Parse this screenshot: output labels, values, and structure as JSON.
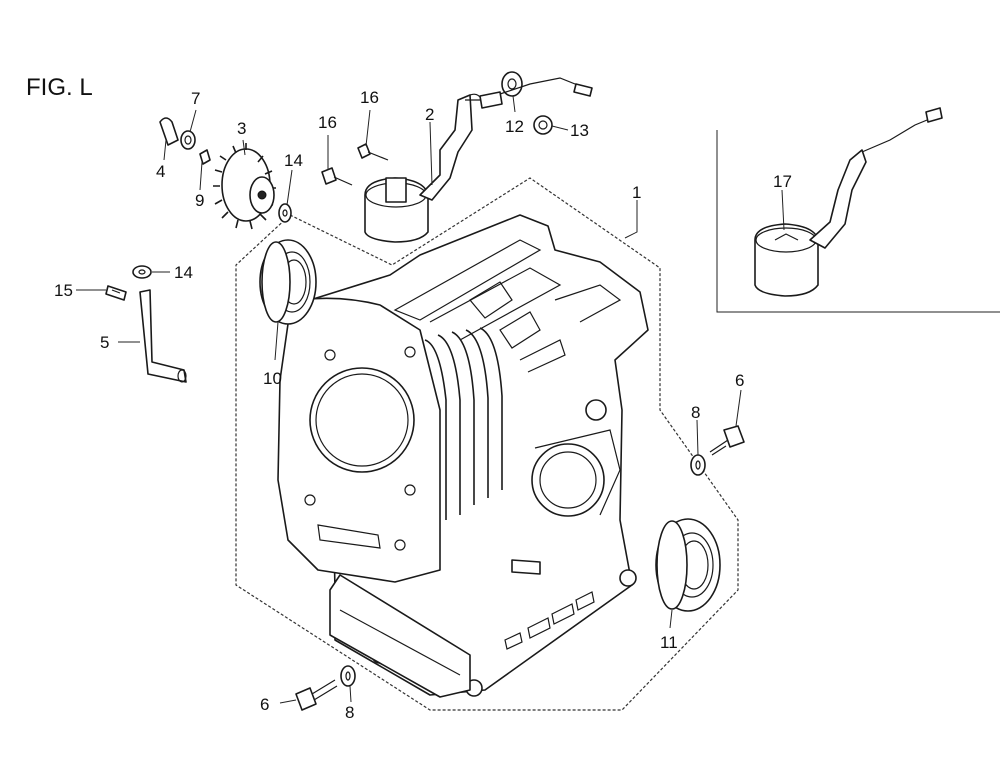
{
  "figure": {
    "title": "FIG. L"
  },
  "callouts": [
    {
      "id": "c1",
      "text": "1"
    },
    {
      "id": "c2",
      "text": "2"
    },
    {
      "id": "c3",
      "text": "3"
    },
    {
      "id": "c4",
      "text": "4"
    },
    {
      "id": "c5",
      "text": "5"
    },
    {
      "id": "c6a",
      "text": "6"
    },
    {
      "id": "c6b",
      "text": "6"
    },
    {
      "id": "c7",
      "text": "7"
    },
    {
      "id": "c8a",
      "text": "8"
    },
    {
      "id": "c8b",
      "text": "8"
    },
    {
      "id": "c9",
      "text": "9"
    },
    {
      "id": "c10",
      "text": "10"
    },
    {
      "id": "c11",
      "text": "11"
    },
    {
      "id": "c12",
      "text": "12"
    },
    {
      "id": "c13",
      "text": "13"
    },
    {
      "id": "c14a",
      "text": "14"
    },
    {
      "id": "c14b",
      "text": "14"
    },
    {
      "id": "c15",
      "text": "15"
    },
    {
      "id": "c16a",
      "text": "16"
    },
    {
      "id": "c16b",
      "text": "16"
    },
    {
      "id": "c17",
      "text": "17"
    }
  ]
}
